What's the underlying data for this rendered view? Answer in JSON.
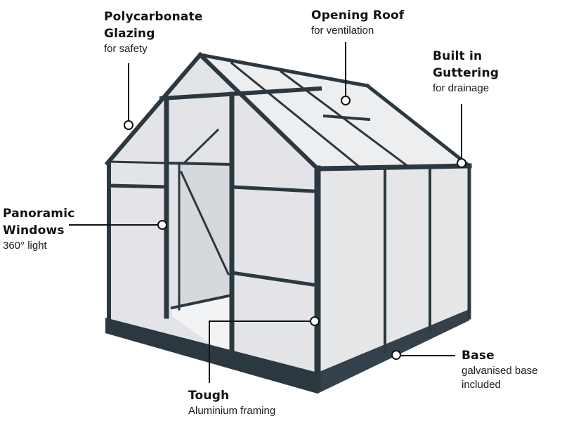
{
  "colors": {
    "frame": "#2c3840",
    "panel": "#e6e8ea",
    "panel_dark": "#d8dbde",
    "leader": "#111111",
    "dot_fill": "#ffffff"
  },
  "callouts": [
    {
      "id": "polycarbonate",
      "title_lines": [
        "Polycarbonate",
        "Glazing"
      ],
      "subtitle": "for safety"
    },
    {
      "id": "opening-roof",
      "title_lines": [
        "Opening Roof"
      ],
      "subtitle": "for ventilation"
    },
    {
      "id": "guttering",
      "title_lines": [
        "Built in",
        "Guttering"
      ],
      "subtitle": "for drainage"
    },
    {
      "id": "panoramic",
      "title_lines": [
        "Panoramic",
        "Windows"
      ],
      "subtitle": "360° light"
    },
    {
      "id": "base",
      "title_lines": [
        "Base"
      ],
      "subtitle_lines": [
        "galvanised base",
        "included"
      ]
    },
    {
      "id": "tough",
      "title_lines": [
        "Tough"
      ],
      "subtitle": "Aluminium framing"
    }
  ]
}
